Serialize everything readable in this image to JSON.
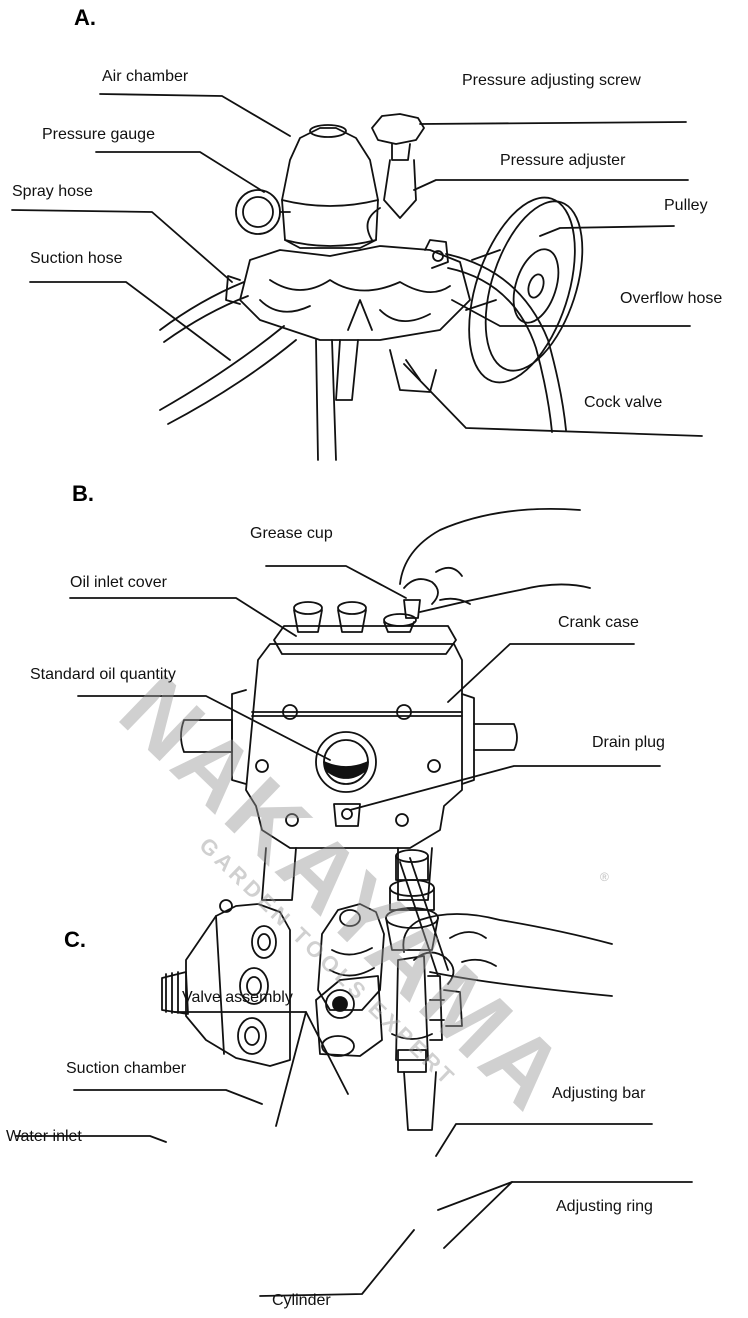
{
  "sections": {
    "a": "A.",
    "b": "B.",
    "c": "C."
  },
  "labels_a": {
    "air_chamber": "Air chamber",
    "pressure_adjusting_screw": "Pressure adjusting screw",
    "pressure_gauge": "Pressure gauge",
    "pressure_adjuster": "Pressure adjuster",
    "spray_hose": "Spray hose",
    "pulley": "Pulley",
    "suction_hose": "Suction hose",
    "overflow_hose": "Overflow hose",
    "cock_valve": "Cock valve"
  },
  "labels_b": {
    "grease_cup": "Grease cup",
    "oil_inlet_cover": "Oil inlet cover",
    "crank_case": "Crank case",
    "standard_oil_quantity": "Standard oil quantity",
    "drain_plug": "Drain plug"
  },
  "labels_c": {
    "valve_assembly": "Valve assembly",
    "suction_chamber": "Suction chamber",
    "adjusting_bar": "Adjusting bar",
    "water_inlet": "Water inlet",
    "adjusting_ring": "Adjusting ring",
    "cylinder": "Cylinder"
  },
  "watermark": {
    "brand": "NAKAYAMA",
    "tagline": "GARDEN TOOLS EXPERT",
    "registered": "®"
  },
  "colors": {
    "ink": "#111111",
    "watermark": "#969696"
  }
}
